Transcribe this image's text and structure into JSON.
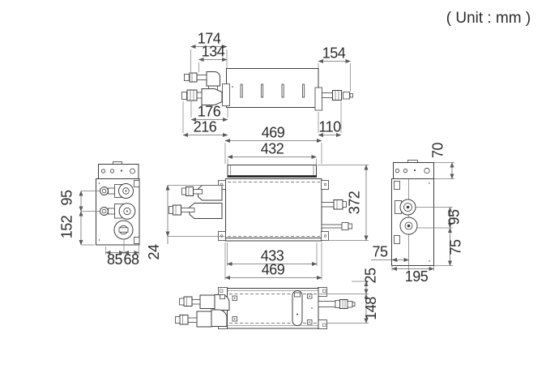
{
  "unit_label": "( Unit : mm )",
  "colors": {
    "line": "#3e3e3e",
    "dimension": "#6b6b6b",
    "text": "#2b2b2b",
    "background": "#ffffff"
  },
  "top_view": {
    "dims": {
      "d174": "174",
      "d134": "134",
      "d154": "154",
      "d176": "176",
      "d216": "216",
      "d110": "110"
    }
  },
  "front_view": {
    "dims": {
      "d469_top": "469",
      "d432": "432",
      "d372": "372",
      "d24": "24",
      "d433": "433",
      "d469_bottom": "469"
    }
  },
  "left_view": {
    "dims": {
      "d95": "95",
      "d152": "152",
      "d85": "85",
      "d68": "68"
    }
  },
  "right_view": {
    "dims": {
      "d70": "70",
      "d95": "95",
      "d75_v": "75",
      "d75_h": "75",
      "d195": "195"
    }
  },
  "bottom_view": {
    "dims": {
      "d25": "25",
      "d148": "148"
    }
  }
}
